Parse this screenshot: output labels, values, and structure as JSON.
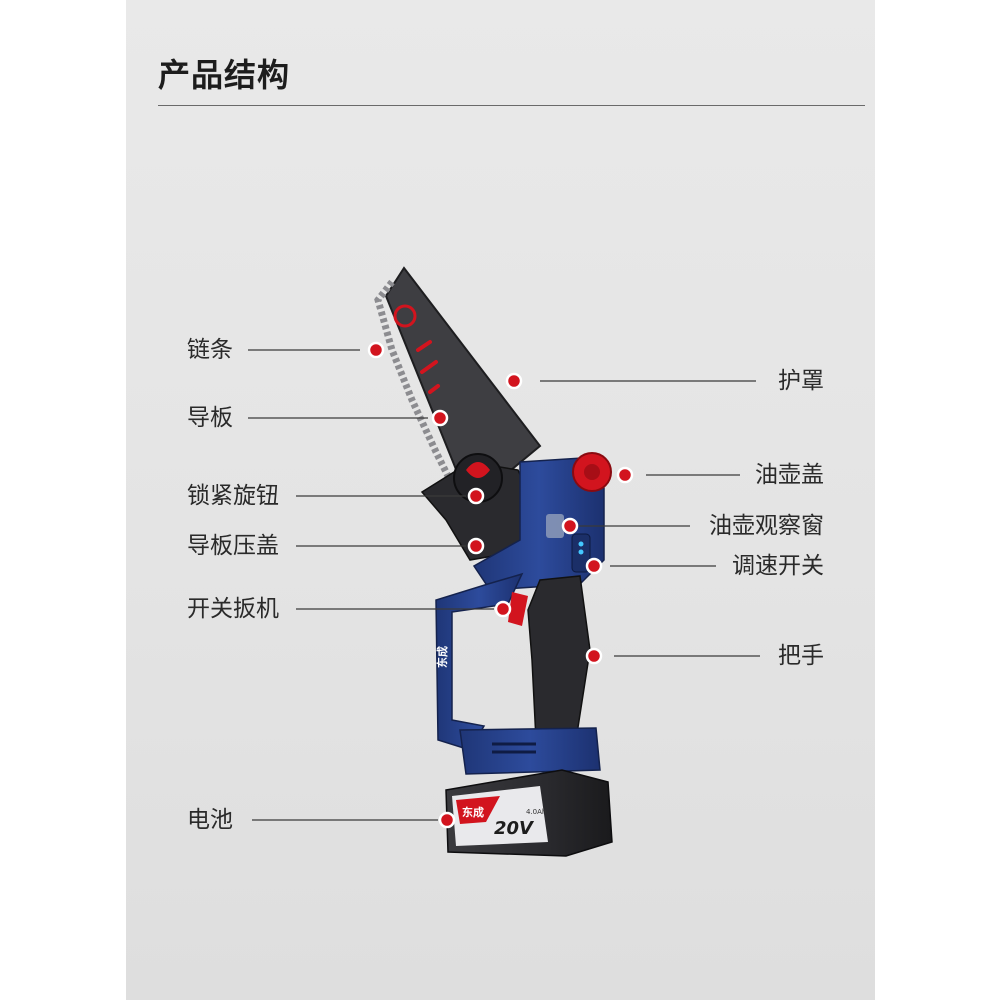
{
  "page": {
    "title": "产品结构"
  },
  "colors": {
    "accent_red": "#d2141e",
    "body_blue": "#263f8a",
    "grip_black": "#2a2a2e",
    "bar_dark": "#3a3a3e"
  },
  "callouts": {
    "chain": "链条",
    "guard": "护罩",
    "guide_bar": "导板",
    "oil_cap": "油壶盖",
    "lock_knob": "锁紧旋钮",
    "oil_window": "油壶观察窗",
    "bar_cover": "导板压盖",
    "speed_switch": "调速开关",
    "trigger": "开关扳机",
    "handle": "把手",
    "battery": "电池"
  },
  "product": {
    "brand_mark": "东成",
    "battery_voltage": "20V",
    "battery_capacity": "4.0Ah"
  }
}
